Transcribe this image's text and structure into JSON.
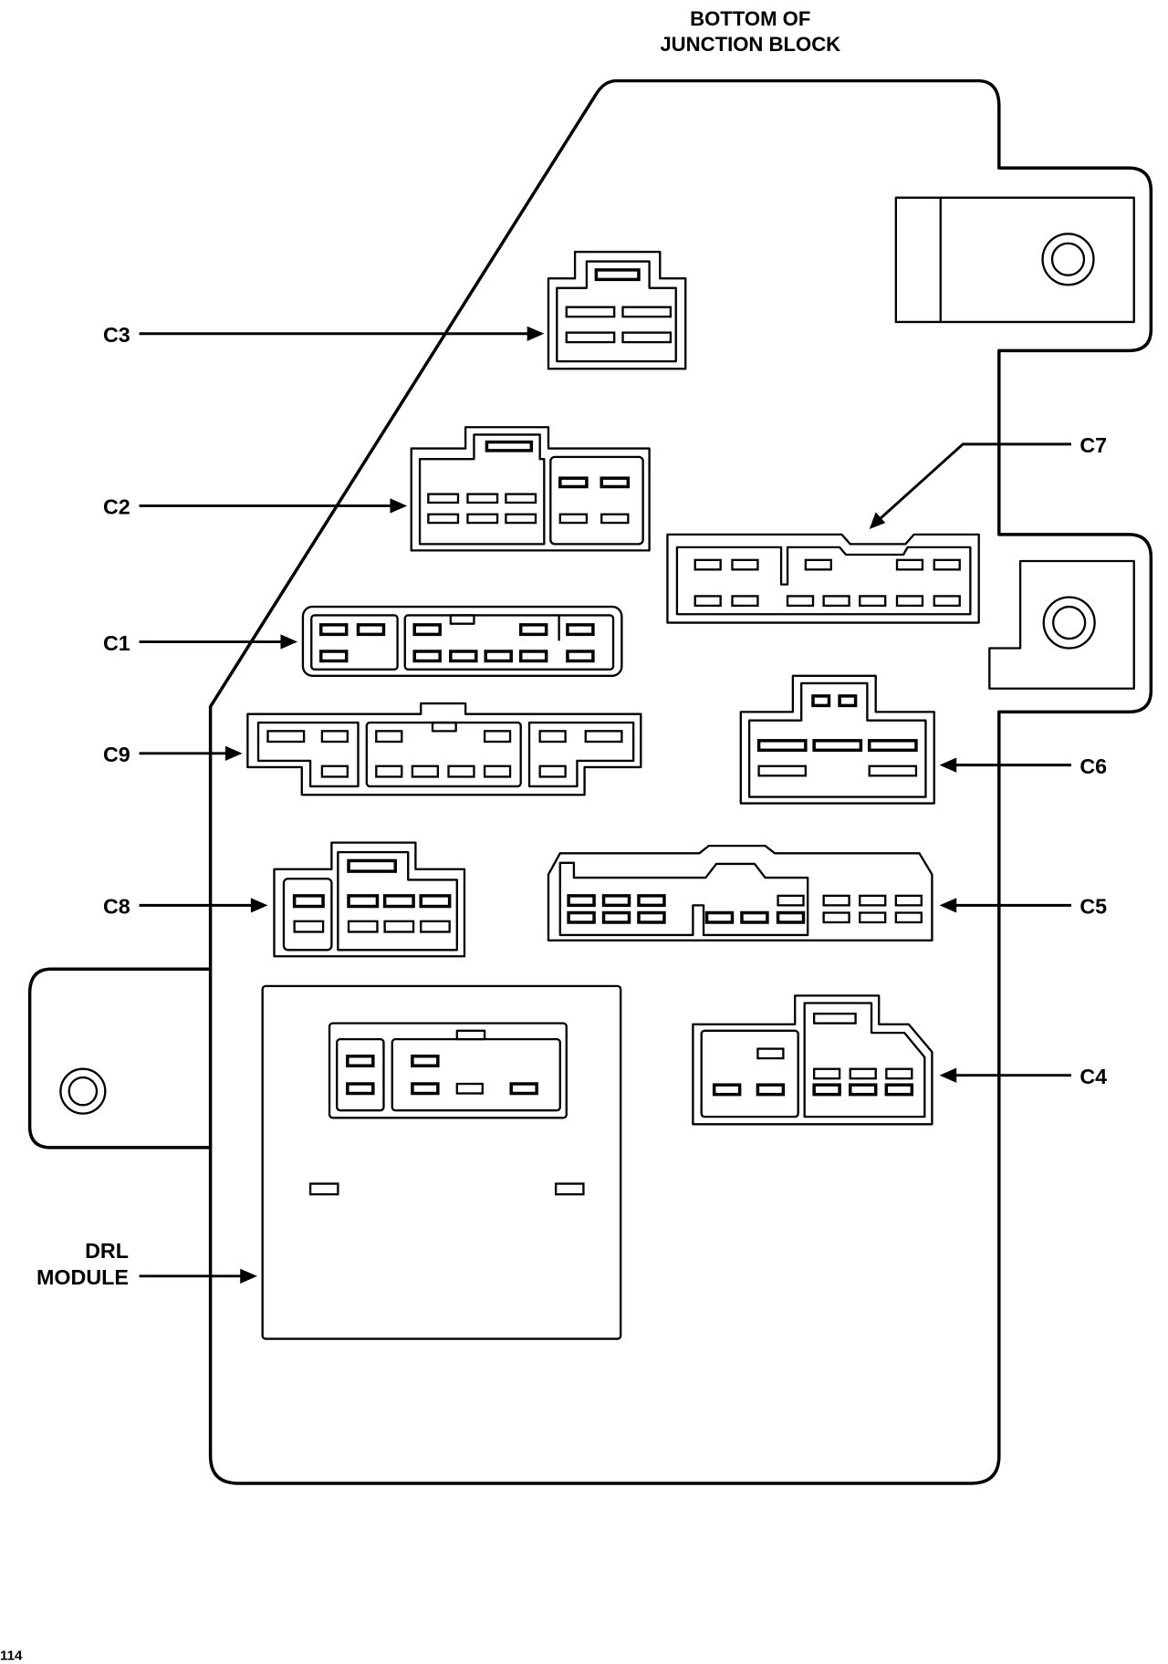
{
  "title": {
    "line1": "BOTTOM OF",
    "line2": "JUNCTION BLOCK"
  },
  "connectors": [
    {
      "id": "C1",
      "label": "C1"
    },
    {
      "id": "C2",
      "label": "C2"
    },
    {
      "id": "C3",
      "label": "C3"
    },
    {
      "id": "C4",
      "label": "C4"
    },
    {
      "id": "C5",
      "label": "C5"
    },
    {
      "id": "C6",
      "label": "C6"
    },
    {
      "id": "C7",
      "label": "C7"
    },
    {
      "id": "C8",
      "label": "C8"
    },
    {
      "id": "C9",
      "label": "C9"
    }
  ],
  "module": {
    "line1": "DRL",
    "line2": "MODULE"
  },
  "figure_number": "114"
}
